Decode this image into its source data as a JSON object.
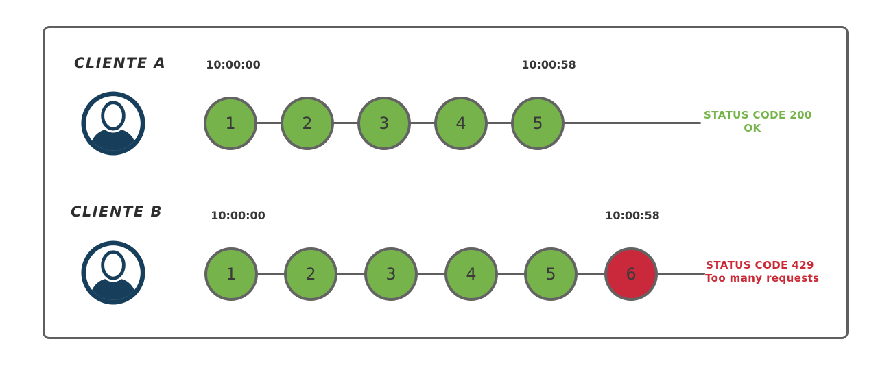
{
  "diagram": {
    "type": "rate-limiting-timeline",
    "colors": {
      "success_green": "#76b44b",
      "error_red": "#c9293a",
      "error_text_red": "#cc2936",
      "frame_gray": "#5f5f5f",
      "node_border_gray": "#636363",
      "line_gray": "#5e5e5e",
      "timestamp_dark": "#363636",
      "avatar_navy": "#173f5c"
    },
    "rows": [
      {
        "client_label": "CLIENTE A",
        "avatar_icon": "user-icon",
        "start_time": "10:00:00",
        "end_time": "10:00:58",
        "requests": [
          "1",
          "2",
          "3",
          "4",
          "5"
        ],
        "status": {
          "line1": "STATUS CODE 200",
          "line2": "OK"
        }
      },
      {
        "client_label": "CLIENTE B",
        "avatar_icon": "user-icon",
        "start_time": "10:00:00",
        "end_time": "10:00:58",
        "requests": [
          "1",
          "2",
          "3",
          "4",
          "5",
          "6"
        ],
        "status": {
          "line1": "STATUS CODE 429",
          "line2": "Too many requests"
        }
      }
    ]
  }
}
